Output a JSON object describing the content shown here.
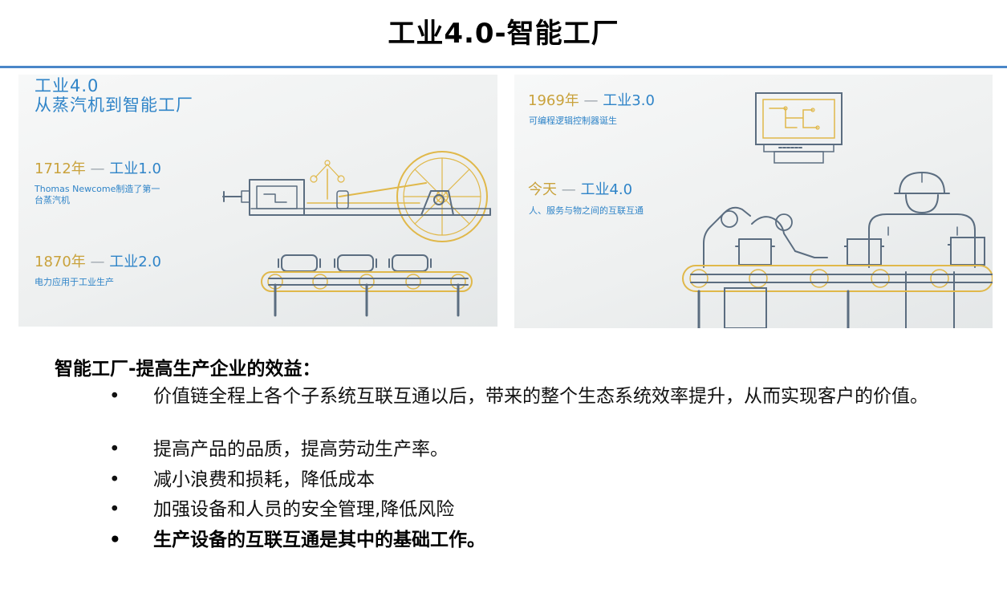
{
  "slide": {
    "title": "工业4.0-智能工厂"
  },
  "left_panel": {
    "heading_line1": "工业4.0",
    "heading_line2": "从蒸汽机到智能工厂",
    "era1": {
      "year": "1712年",
      "dash": "—",
      "industry": "工业1.0",
      "desc_line1": "Thomas Newcome制造了第一",
      "desc_line2": "台蒸汽机"
    },
    "era2": {
      "year": "1870年",
      "dash": "—",
      "industry": "工业2.0",
      "desc": "电力应用于工业生产"
    }
  },
  "right_panel": {
    "era3": {
      "year": "1969年",
      "dash": "—",
      "industry": "工业3.0",
      "desc": "可编程逻辑控制器诞生"
    },
    "era4": {
      "year": "今天",
      "dash": "—",
      "industry": "工业4.0",
      "desc": "人、服务与物之间的互联互通"
    }
  },
  "content": {
    "heading": "智能工厂-提高生产企业的效益：",
    "bullet_symbol": "•",
    "bullets": [
      {
        "text": "价值链全程上各个子系统互联互通以后，带来的整个生态系统效率提升，从而实现客户的价值。"
      },
      {
        "text": "提高产品的品质，提高劳动生产率。"
      },
      {
        "text": "减小浪费和损耗，降低成本"
      },
      {
        "text": "加强设备和人员的安全管理,降低风险"
      },
      {
        "text": "生产设备的互联互通是其中的基础工作。"
      }
    ]
  },
  "colors": {
    "accent_blue": "#2f84c8",
    "title_rule": "#4a86c8",
    "illustration_gray": "#5b6d80",
    "illustration_gold": "#e0b84a",
    "panel_background": "#eef0f0"
  }
}
